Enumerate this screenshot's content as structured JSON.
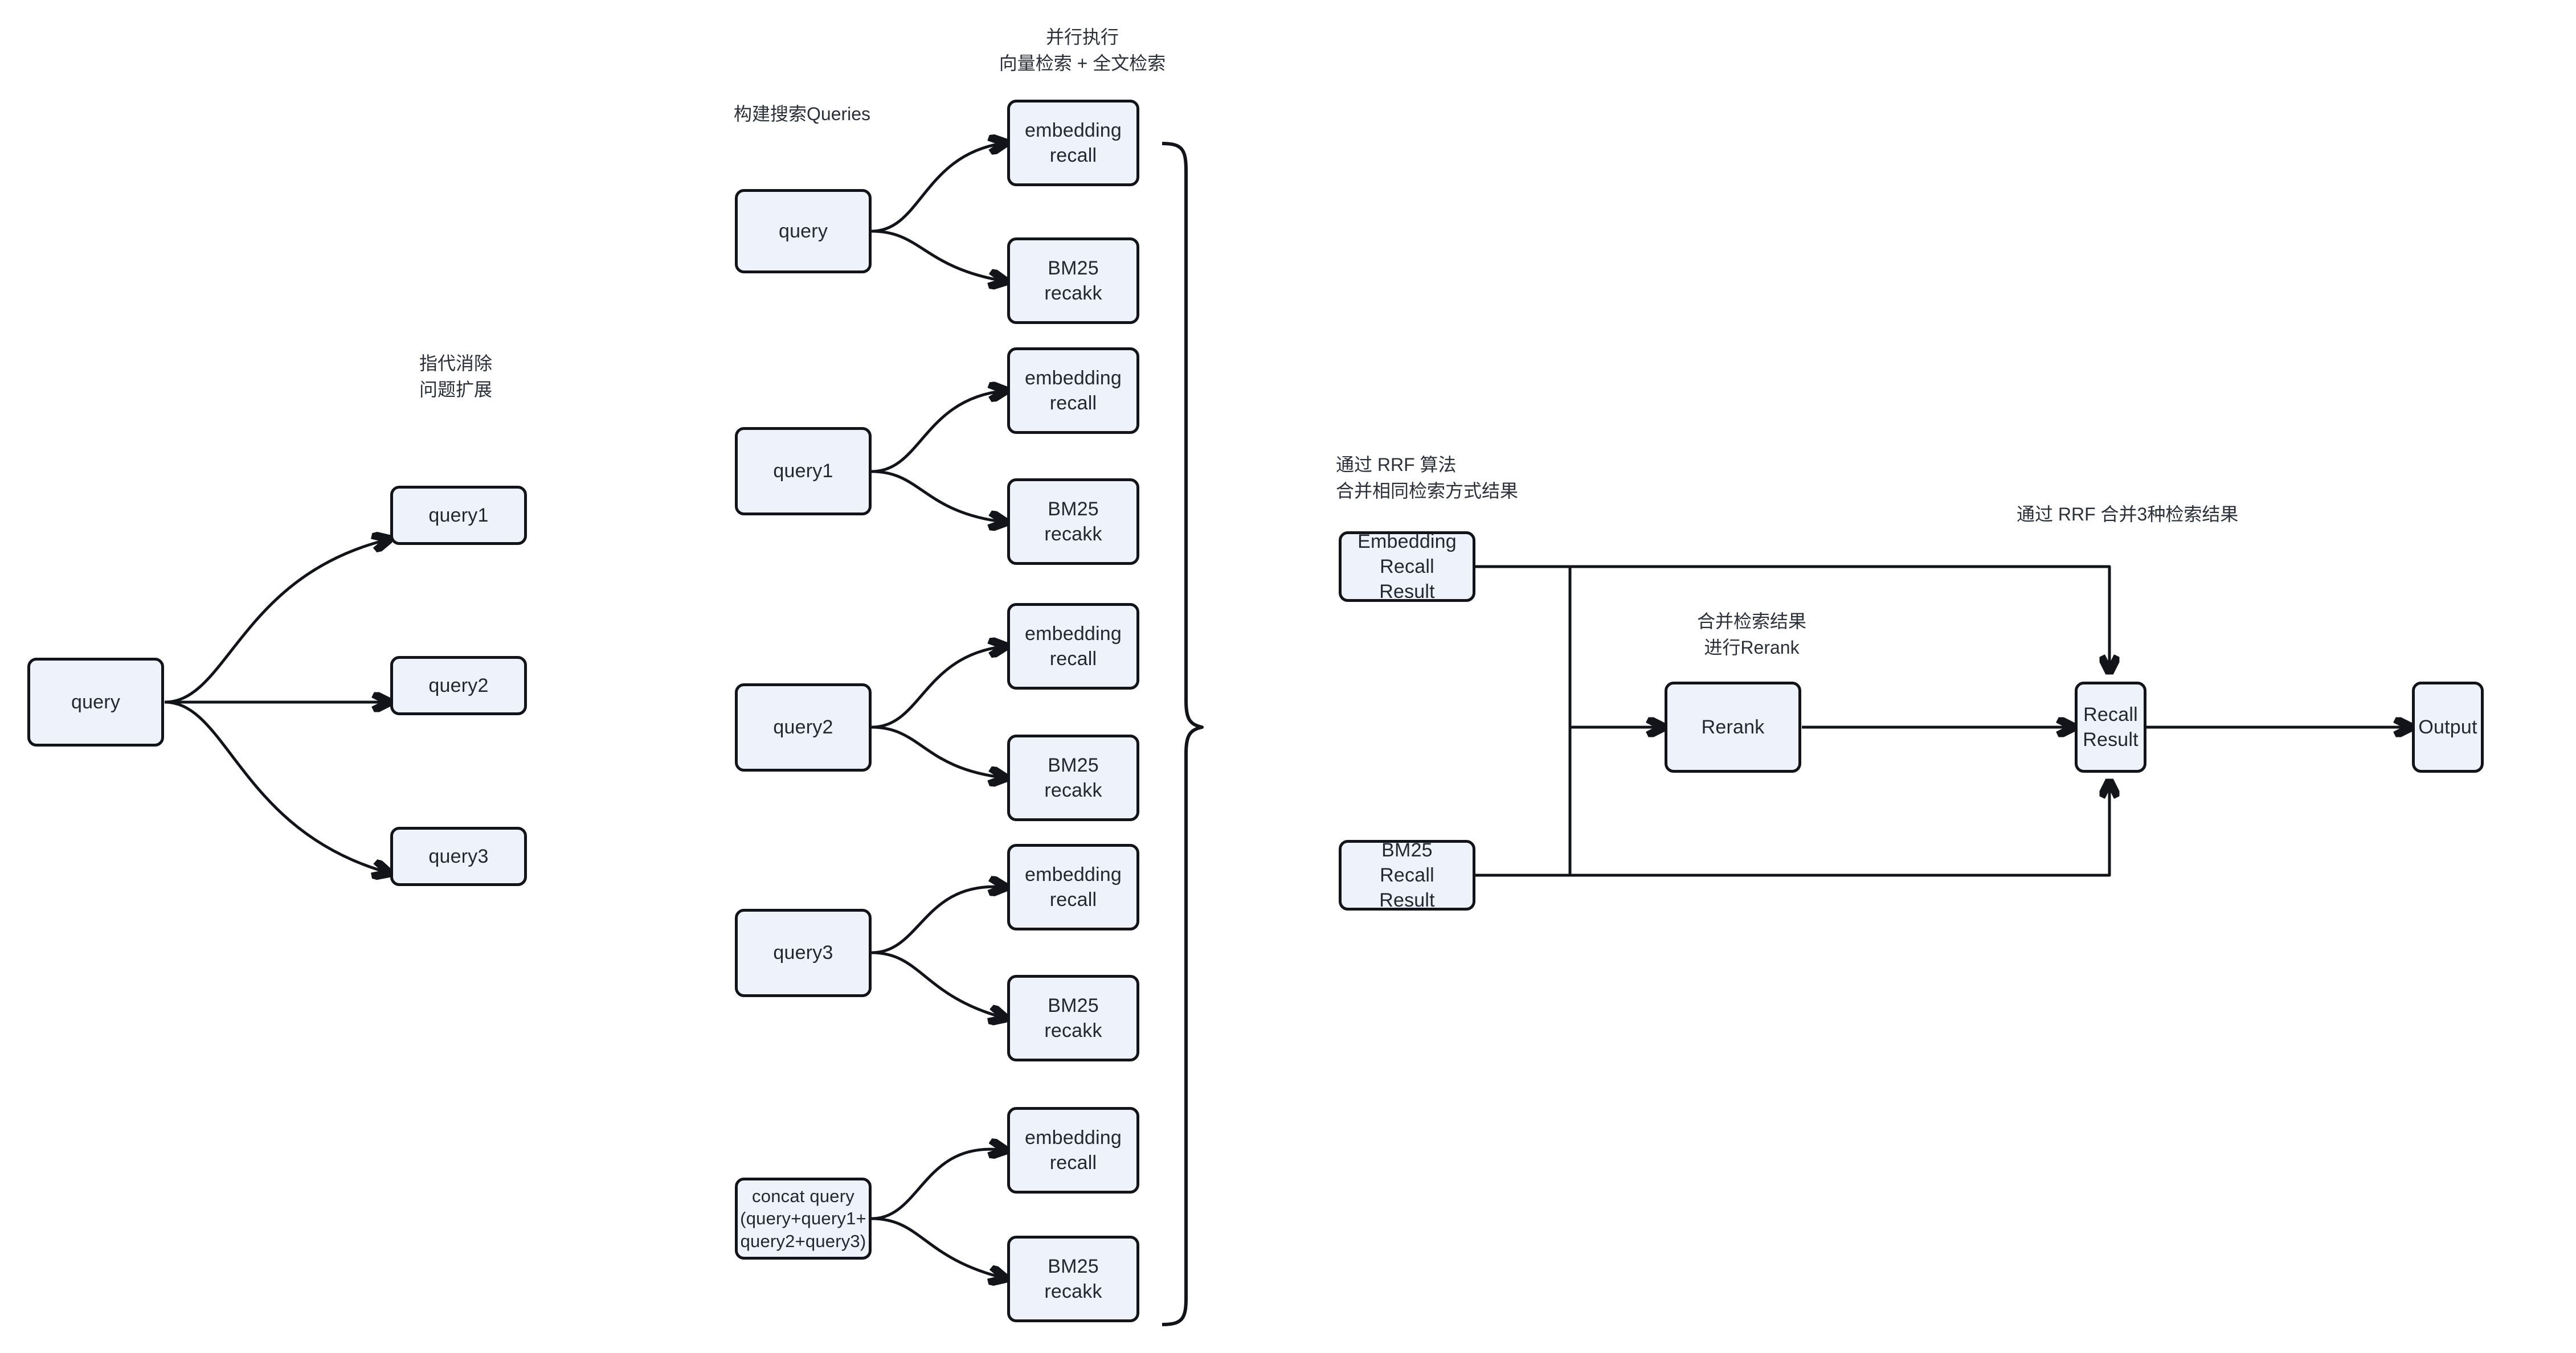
{
  "diagram": {
    "title": "RAG Hybrid Retrieval Flow",
    "colors": {
      "node_fill": "#eef2fb",
      "node_border": "#12141a",
      "text": "#232730",
      "background": "#ffffff"
    }
  },
  "captions": {
    "query_rewrite": "指代消除\n问题扩展",
    "build_queries": "构建搜索Queries",
    "parallel_exec": "并行执行\n向量检索 + 全文检索",
    "rrf_same_type": "通过 RRF 算法\n合并相同检索方式结果",
    "merge_rerank": "合并检索结果\n进行Rerank",
    "rrf_three": "通过 RRF 合并3种检索结果"
  },
  "stage1": {
    "source": "query",
    "expanded": [
      {
        "label": "query1"
      },
      {
        "label": "query2"
      },
      {
        "label": "query3"
      }
    ]
  },
  "stage2": {
    "groups": [
      {
        "source": "query",
        "recalls": [
          {
            "label": "embedding\nrecall"
          },
          {
            "label": "BM25\nrecakk"
          }
        ]
      },
      {
        "source": "query1",
        "recalls": [
          {
            "label": "embedding\nrecall"
          },
          {
            "label": "BM25\nrecakk"
          }
        ]
      },
      {
        "source": "query2",
        "recalls": [
          {
            "label": "embedding\nrecall"
          },
          {
            "label": "BM25\nrecakk"
          }
        ]
      },
      {
        "source": "query3",
        "recalls": [
          {
            "label": "embedding\nrecall"
          },
          {
            "label": "BM25\nrecakk"
          }
        ]
      },
      {
        "source": "concat query\n(query+query1+\nquery2+query3)",
        "recalls": [
          {
            "label": "embedding\nrecall"
          },
          {
            "label": "BM25\nrecakk"
          }
        ]
      }
    ]
  },
  "stage3": {
    "embedding_recall_result": "Embedding\nRecall\nResult",
    "bm25_recall_result": "BM25\nRecall\nResult",
    "rerank": "Rerank",
    "recall_result": "Recall\nResult",
    "output": "Output"
  }
}
